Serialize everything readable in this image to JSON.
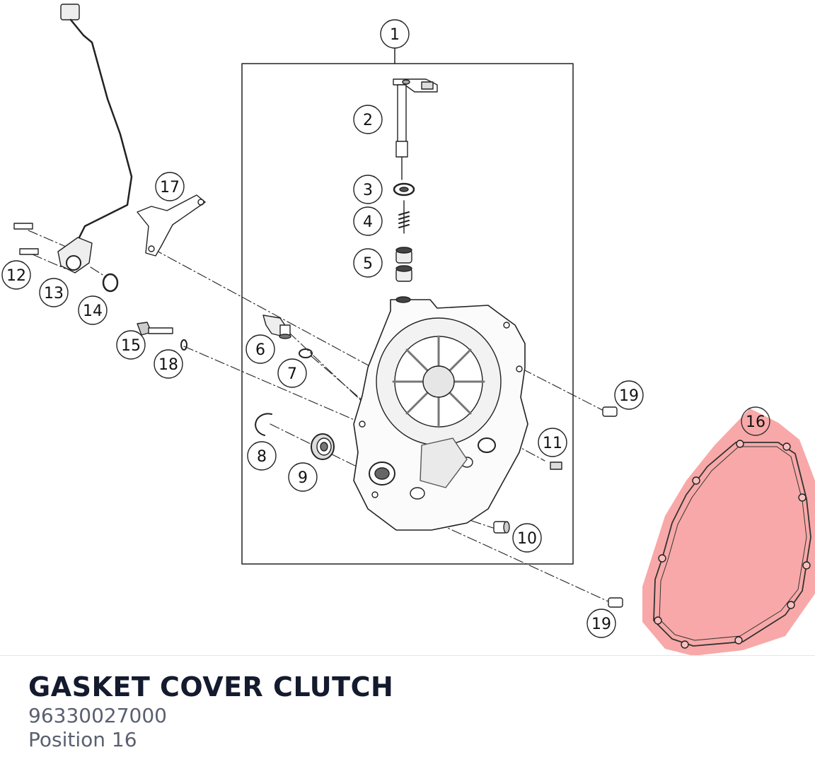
{
  "part": {
    "title": "GASKET COVER CLUTCH",
    "number": "96330027000",
    "position": "Position 16"
  },
  "callouts": [
    "1",
    "2",
    "3",
    "4",
    "5",
    "6",
    "7",
    "8",
    "9",
    "10",
    "11",
    "12",
    "13",
    "14",
    "15",
    "16",
    "17",
    "18",
    "19",
    "19"
  ],
  "highlight": {
    "callout": "16",
    "color": "#f47a7a"
  }
}
